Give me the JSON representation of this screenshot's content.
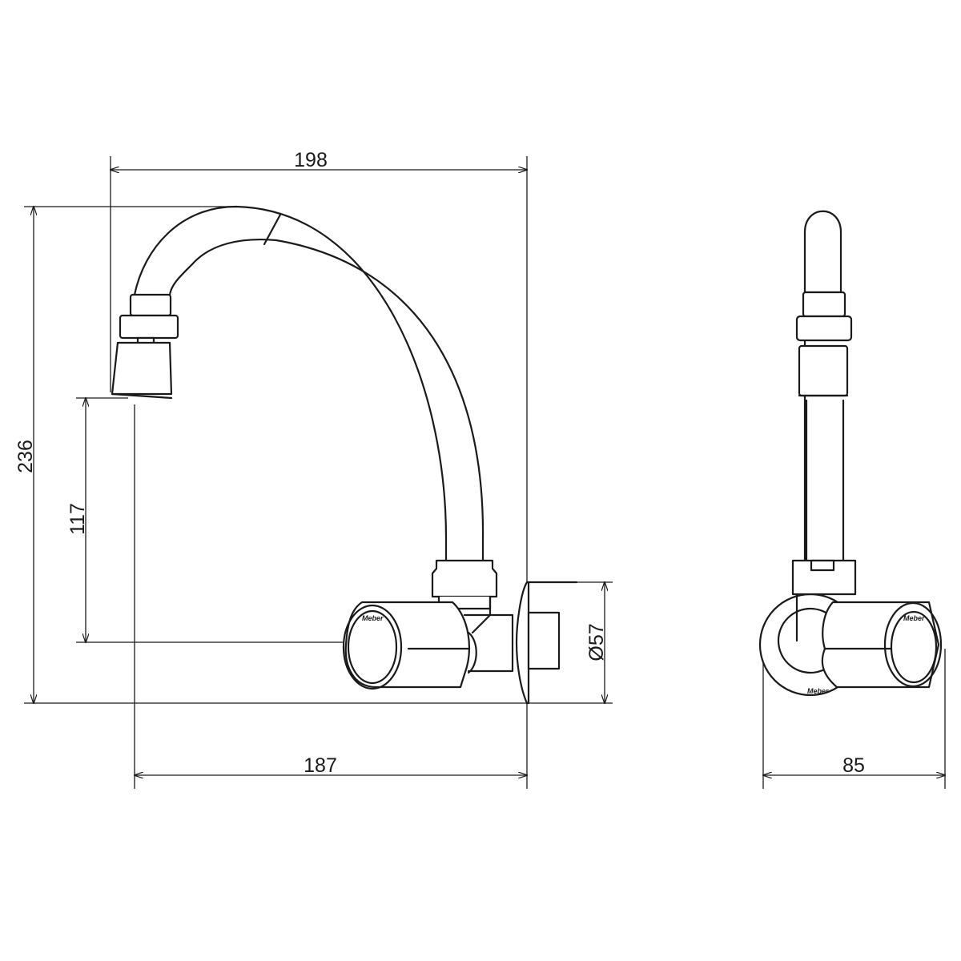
{
  "drawing": {
    "dimensions": {
      "overall_reach": "198",
      "overall_height": "236",
      "outlet_height": "117",
      "flange_diameter": "Ø57",
      "outlet_reach": "187",
      "side_width": "85"
    },
    "brand_logo": "Meber",
    "line_color": "#1a1a1a",
    "background": "#ffffff"
  }
}
